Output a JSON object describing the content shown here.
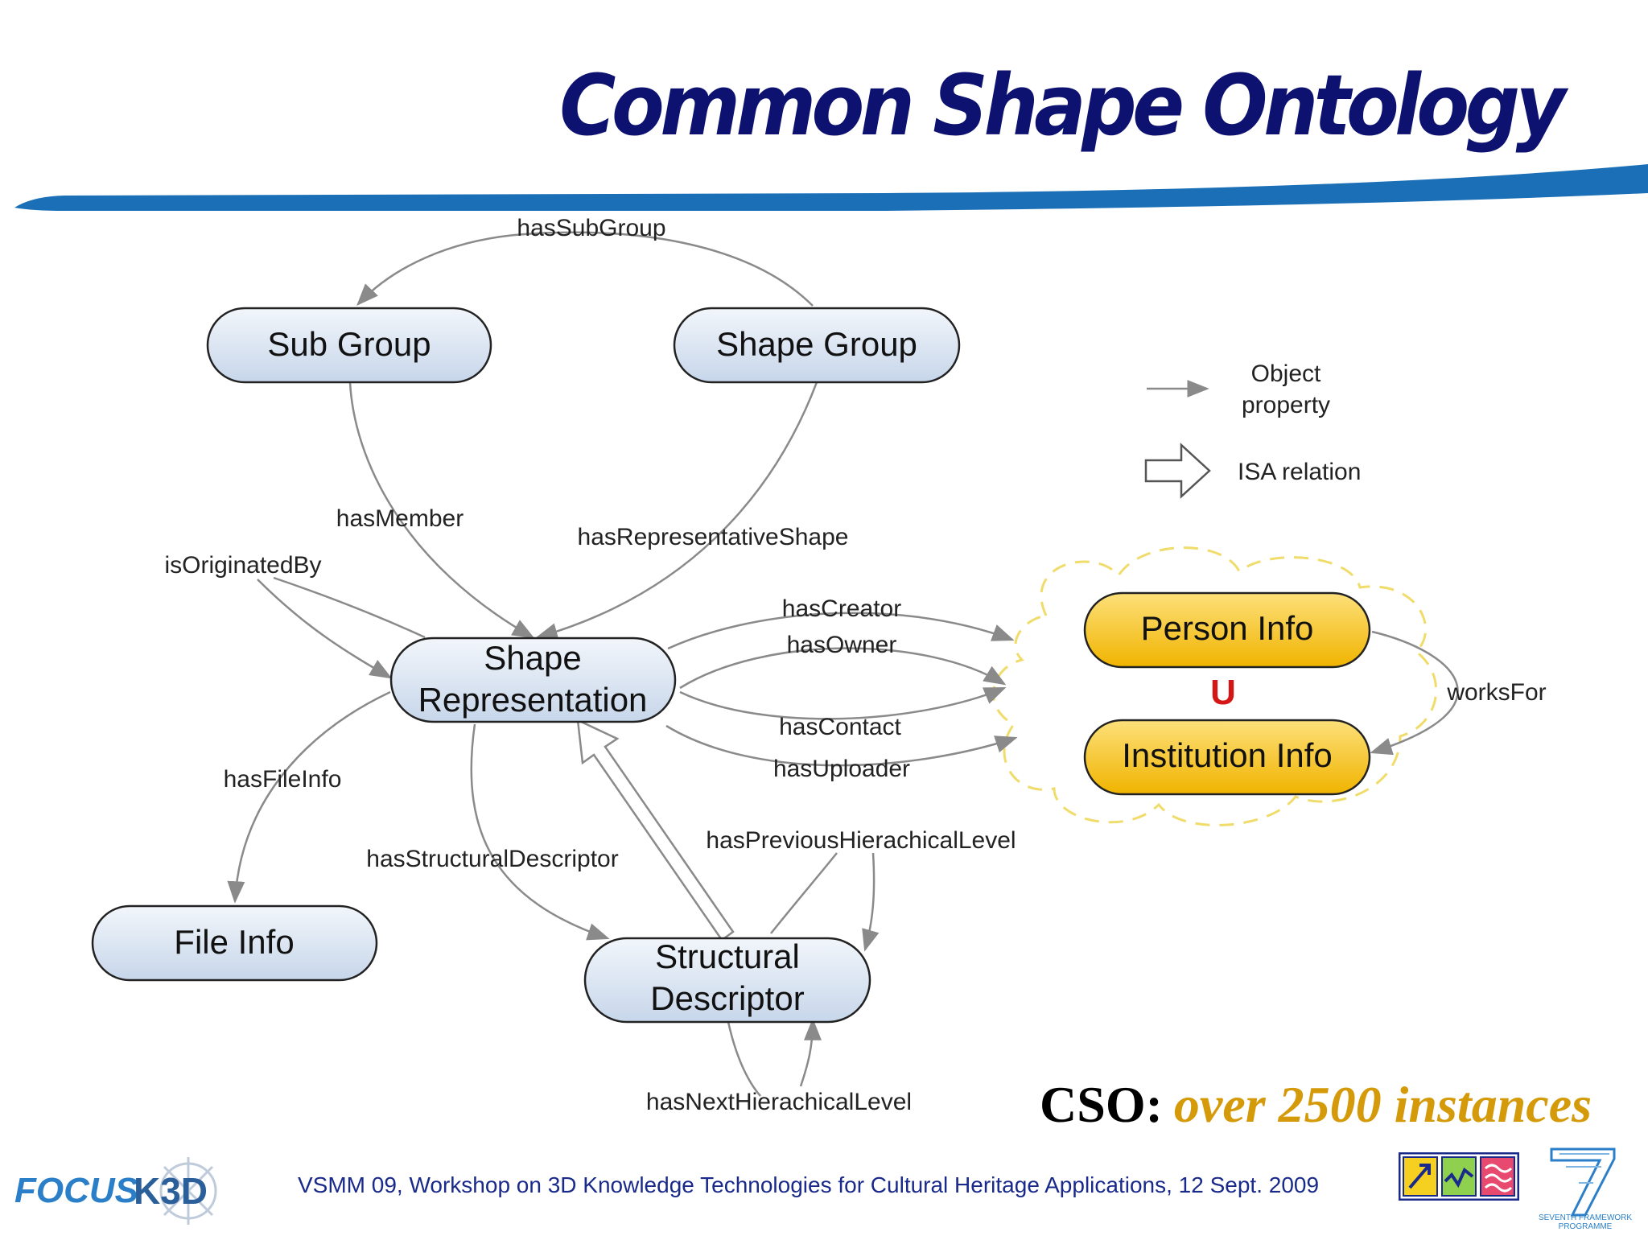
{
  "title": "Common Shape Ontology",
  "colors": {
    "title": "#0d1170",
    "stripe": "#1b6fb6",
    "node_blue_fill": "#d9e4f1",
    "node_yellow_fill": "#f8c51a",
    "cloud_border": "#f0dc6a",
    "union_symbol": "#d41616",
    "cso_highlight": "#d49a0a",
    "footer_text": "#1a2a8a"
  },
  "nodes": {
    "sub_group": "Sub Group",
    "shape_group": "Shape Group",
    "shape_representation_line1": "Shape",
    "shape_representation_line2": "Representation",
    "file_info": "File Info",
    "structural_descriptor_line1": "Structural",
    "structural_descriptor_line2": "Descriptor",
    "person_info": "Person Info",
    "institution_info": "Institution Info"
  },
  "union_symbol": "U",
  "edges": {
    "has_sub_group": "hasSubGroup",
    "has_member": "hasMember",
    "has_representative_shape": "hasRepresentativeShape",
    "is_originated_by": "isOriginatedBy",
    "has_creator": "hasCreator",
    "has_owner": "hasOwner",
    "has_contact": "hasContact",
    "has_uploader": "hasUploader",
    "works_for": "worksFor",
    "has_file_info": "hasFileInfo",
    "has_structural_descriptor": "hasStructuralDescriptor",
    "has_previous_hierachical_level": "hasPreviousHierachicalLevel",
    "has_next_hierachical_level": "hasNextHierachicalLevel"
  },
  "legend": {
    "object_property_line1": "Object",
    "object_property_line2": "property",
    "isa_relation": "ISA relation"
  },
  "cso": {
    "label": "CSO:",
    "text": "over 2500 instances"
  },
  "footer": "VSMM 09, Workshop on 3D Knowledge Technologies for Cultural Heritage Applications, 12 Sept. 2009",
  "logos": {
    "focus_k3d_part1": "FOCUS",
    "focus_k3d_part2": "K3D",
    "fp7_text_line1": "SEVENTH FRAMEWORK",
    "fp7_text_line2": "PROGRAMME"
  }
}
